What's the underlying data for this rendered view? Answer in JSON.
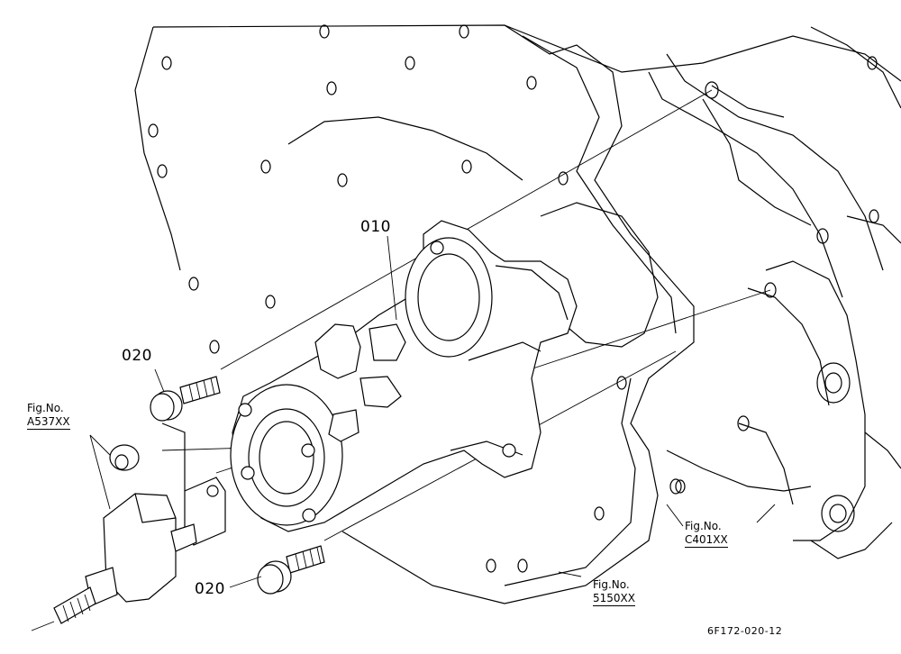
{
  "callouts": {
    "part_010": "010",
    "part_020_upper": "020",
    "part_020_lower": "020"
  },
  "figure_refs": {
    "a537": {
      "line1": "Fig.No.",
      "line2": "A537XX"
    },
    "c401": {
      "line1": "Fig.No.",
      "line2": "C401XX"
    },
    "s150": {
      "line1": "Fig.No.",
      "line2": "5150XX"
    }
  },
  "drawing_code": "6F172-020-12"
}
